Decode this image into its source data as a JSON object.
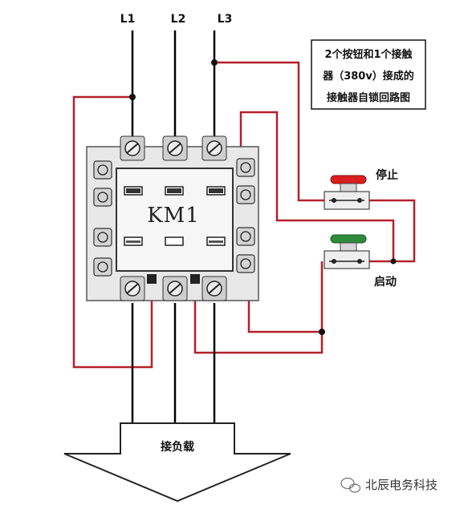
{
  "phases": [
    "L1",
    "L2",
    "L3"
  ],
  "title_box": {
    "lines": [
      "2个按钮和1个接触",
      "器（380v）接成的",
      "接触器自锁回路图"
    ]
  },
  "contactor": {
    "label": "KM1"
  },
  "buttons": {
    "stop": "停止",
    "start": "启动"
  },
  "load_label": "接负载",
  "watermark": "北辰电务科技",
  "colors": {
    "wire_black": "#000000",
    "wire_red": "#b5202a",
    "stop_button": "#d81e1e",
    "start_button": "#2e8b3a",
    "body_grey": "#e6e6e6"
  }
}
